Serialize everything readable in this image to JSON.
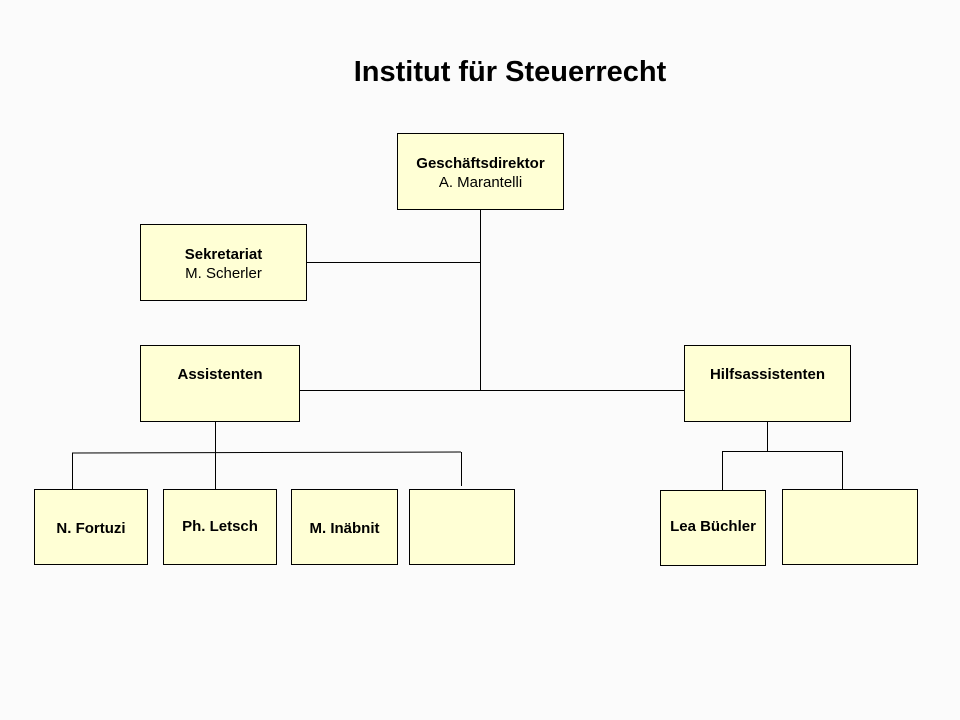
{
  "title": "Institut für Steuerrecht",
  "colors": {
    "box_fill": "#ffffd5",
    "line": "#000000",
    "background": "#fbfbfb"
  },
  "nodes": {
    "director": {
      "role": "Geschäftsdirektor",
      "person": "A. Marantelli"
    },
    "secretariat": {
      "role": "Sekretariat",
      "person": "M. Scherler"
    },
    "assistants": {
      "role": "Assistenten"
    },
    "aux_assistants": {
      "role": "Hilfsassistenten"
    },
    "assistant_1": {
      "name": "N. Fortuzi"
    },
    "assistant_2": {
      "name": "Ph. Letsch"
    },
    "assistant_3": {
      "name": "M. Inäbnit"
    },
    "assistant_4": {
      "name": ""
    },
    "aux_assistant_1": {
      "name": "Lea Büchler"
    },
    "aux_assistant_2": {
      "name": ""
    }
  }
}
